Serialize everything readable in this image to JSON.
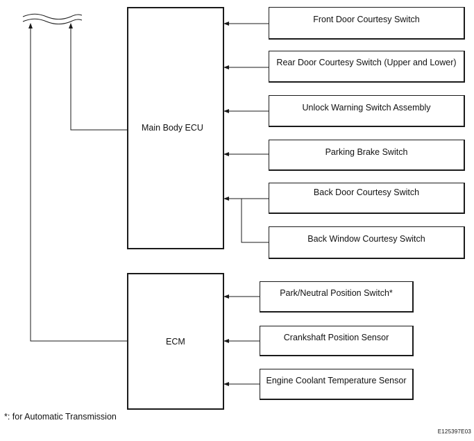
{
  "main_body_ecu": {
    "label": "Main Body ECU"
  },
  "ecm": {
    "label": "ECM"
  },
  "main_inputs": [
    "Front Door Courtesy Switch",
    "Rear Door Courtesy Switch (Upper and Lower)",
    "Unlock Warning Switch Assembly",
    "Parking Brake Switch",
    "Back Door Courtesy Switch",
    "Back Window Courtesy Switch"
  ],
  "ecm_inputs": [
    "Park/Neutral Position Switch*",
    "Crankshaft Position Sensor",
    "Engine Coolant Temperature Sensor"
  ],
  "footnote": "*: for Automatic Transmission",
  "figure_code": "E125397E03"
}
